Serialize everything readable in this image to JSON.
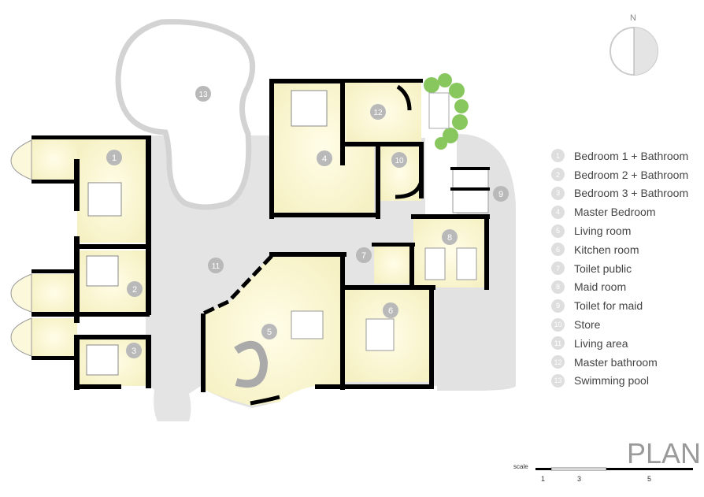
{
  "plan": {
    "title": "PLAN",
    "north_label": "N",
    "scale": {
      "label": "scale",
      "ticks": [
        "1",
        "3",
        "5"
      ]
    }
  },
  "legend": [
    {
      "num": "1",
      "label": "Bedroom 1 + Bathroom"
    },
    {
      "num": "2",
      "label": "Bedroom 2 + Bathroom"
    },
    {
      "num": "3",
      "label": "Bedroom 3 + Bathroom"
    },
    {
      "num": "4",
      "label": "Master Bedroom"
    },
    {
      "num": "5",
      "label": "Living room"
    },
    {
      "num": "6",
      "label": "Kitchen room"
    },
    {
      "num": "7",
      "label": "Toilet public"
    },
    {
      "num": "8",
      "label": "Maid room"
    },
    {
      "num": "9",
      "label": "Toilet for maid"
    },
    {
      "num": "10",
      "label": "Store"
    },
    {
      "num": "11",
      "label": "Living area"
    },
    {
      "num": "12",
      "label": "Master bathroom"
    },
    {
      "num": "13",
      "label": "Swimming pool"
    }
  ],
  "colors": {
    "wall": "#000000",
    "room_fill": "#fbf8dc",
    "paving": "#e3e3e3",
    "pool_water": "#ffffff",
    "pool_edge": "#d3d3d3",
    "badge": "#b9b9b9",
    "legend_badge": "#dedede",
    "greenery": "#7cc24c"
  }
}
